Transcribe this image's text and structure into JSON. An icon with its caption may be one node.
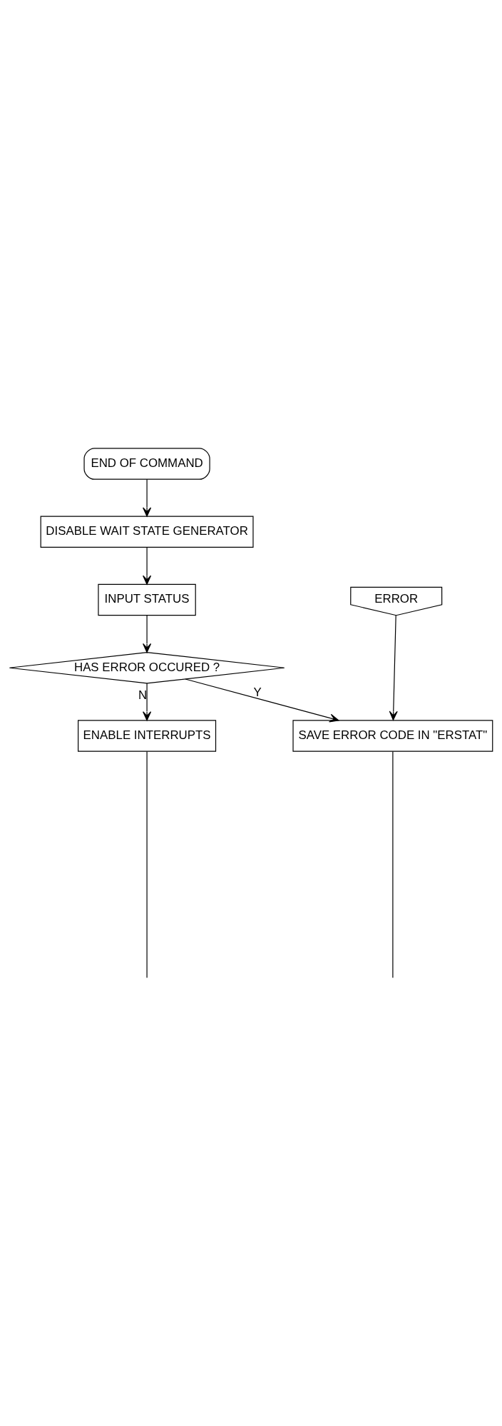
{
  "diagram": {
    "nodes": [
      {
        "text": [
          "END OF COMMAND"
        ]
      },
      {
        "text": [
          "DISABLE WAIT STATE GENERATOR"
        ]
      },
      {
        "text": [
          "INPUT STATUS"
        ]
      },
      {
        "text": [
          "HAS ERROR OCCURED ?"
        ]
      },
      {
        "text": [
          "ENABLE INTERRUPTS"
        ]
      },
      {
        "text": [
          "ERROR"
        ]
      },
      {
        "text": [
          "SAVE ERROR CODE IN \"ERSTAT\""
        ]
      }
    ],
    "edges": [
      {
        "from": 0,
        "to": 1,
        "arrow": "to"
      },
      {
        "from": 1,
        "to": 2,
        "arrow": "to"
      },
      {
        "from": 2,
        "to": 3,
        "arrow": "to"
      },
      {
        "from": 3,
        "to": 6,
        "arrow": "to",
        "label": "Y"
      },
      {
        "from": 3,
        "to": 4,
        "arrow": "to",
        "label": "N"
      },
      {
        "from": 5,
        "to": 6,
        "arrow": "to"
      },
      {
        "from": 4,
        "to": null,
        "arrow": "none"
      },
      {
        "from": 6,
        "to": null,
        "arrow": "none"
      }
    ]
  }
}
